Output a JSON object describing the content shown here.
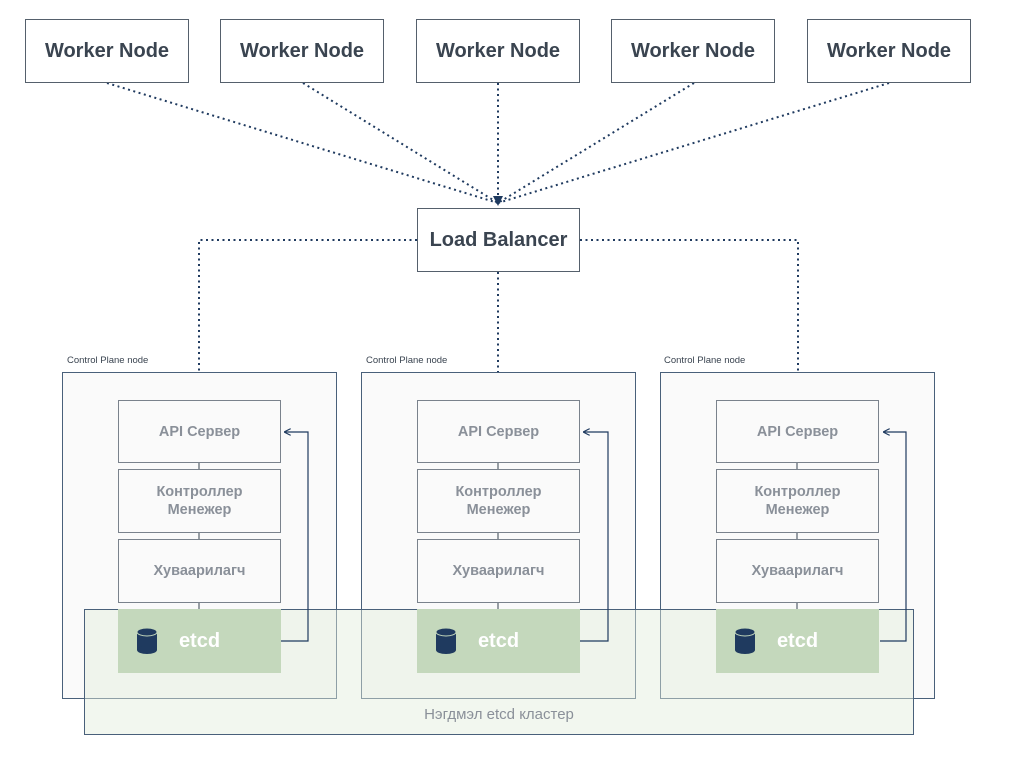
{
  "workers": [
    {
      "label": "Worker Node"
    },
    {
      "label": "Worker Node"
    },
    {
      "label": "Worker Node"
    },
    {
      "label": "Worker Node"
    },
    {
      "label": "Worker Node"
    }
  ],
  "load_balancer": {
    "label": "Load Balancer"
  },
  "control_planes": [
    {
      "title": "Control Plane node",
      "api": "API Сервер",
      "controller_1": "Контроллер",
      "controller_2": "Менежер",
      "scheduler": "Хуваарилагч",
      "etcd": "etcd"
    },
    {
      "title": "Control Plane node",
      "api": "API Сервер",
      "controller_1": "Контроллер",
      "controller_2": "Менежер",
      "scheduler": "Хуваарилагч",
      "etcd": "etcd"
    },
    {
      "title": "Control Plane node",
      "api": "API Сервер",
      "controller_1": "Контроллер",
      "controller_2": "Менежер",
      "scheduler": "Хуваарилагч",
      "etcd": "etcd"
    }
  ],
  "etcd_cluster": {
    "label": "Нэгдмэл etcd кластер"
  },
  "colors": {
    "line": "#1f3a5f",
    "etcd_fill": "#c4d8bc",
    "db_icon": "#1f3a5f"
  }
}
